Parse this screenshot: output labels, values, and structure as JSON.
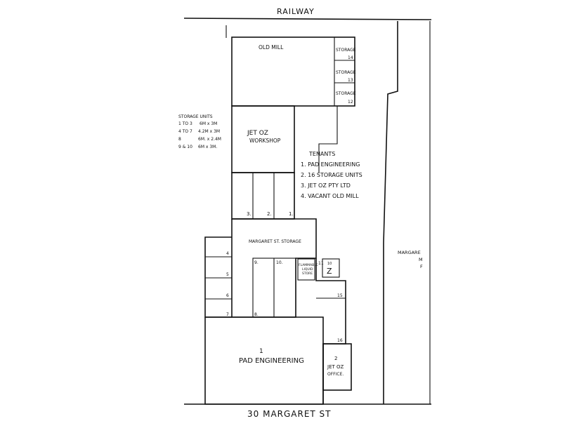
{
  "street_top": "RAILWAY",
  "street_bottom": "30  MARGARET  ST",
  "side_label_lines": [
    "MARGARE",
    "M",
    "F"
  ],
  "buildings": {
    "old_mill": "OLD MILL",
    "storage_14": "STORAGE",
    "storage_13": "STORAGE",
    "storage_12": "STORAGE",
    "num_14": "14",
    "num_13": "13",
    "num_12": "12",
    "jet_oz_workshop_line1": "JET OZ",
    "jet_oz_workshop_line2": "WORKSHOP",
    "margaret_storage": "MARGARET ST. STORAGE",
    "flammable_line1": "FLAMMABLE",
    "flammable_line2": "LIQUID",
    "flammable_line3": "STORE",
    "unit_10_z": "Z",
    "pad_num": "1",
    "pad_name": "PAD ENGINEERING",
    "jet_office_num": "2",
    "jet_office_line1": "JET OZ",
    "jet_office_line2": "OFFICE."
  },
  "unit_numbers": {
    "u1": "1.",
    "u2": "2.",
    "u3": "3.",
    "u4": "4",
    "u5": "5",
    "u6": "6",
    "u7": "7",
    "u8": "8.",
    "u9": "9.",
    "u10": "10.",
    "u11": "11",
    "u10b": "10",
    "u15": "15",
    "u16": "16"
  },
  "storage_legend": {
    "title": "STORAGE UNITS",
    "rows": [
      {
        "units": "1 TO 3",
        "size": "6M x 3M"
      },
      {
        "units": "4 TO 7",
        "size": "4.2M x 3M"
      },
      {
        "units": "8",
        "size": "6M. x 2.4M"
      },
      {
        "units": "9 & 10",
        "size": "6M x 3M."
      }
    ]
  },
  "tenants": {
    "title": "TENANTS",
    "items": [
      "1. PAD ENGINEERING",
      "2. 16 STORAGE UNITS",
      "3. JET OZ PTY LTD",
      "4. VACANT OLD MILL"
    ]
  }
}
